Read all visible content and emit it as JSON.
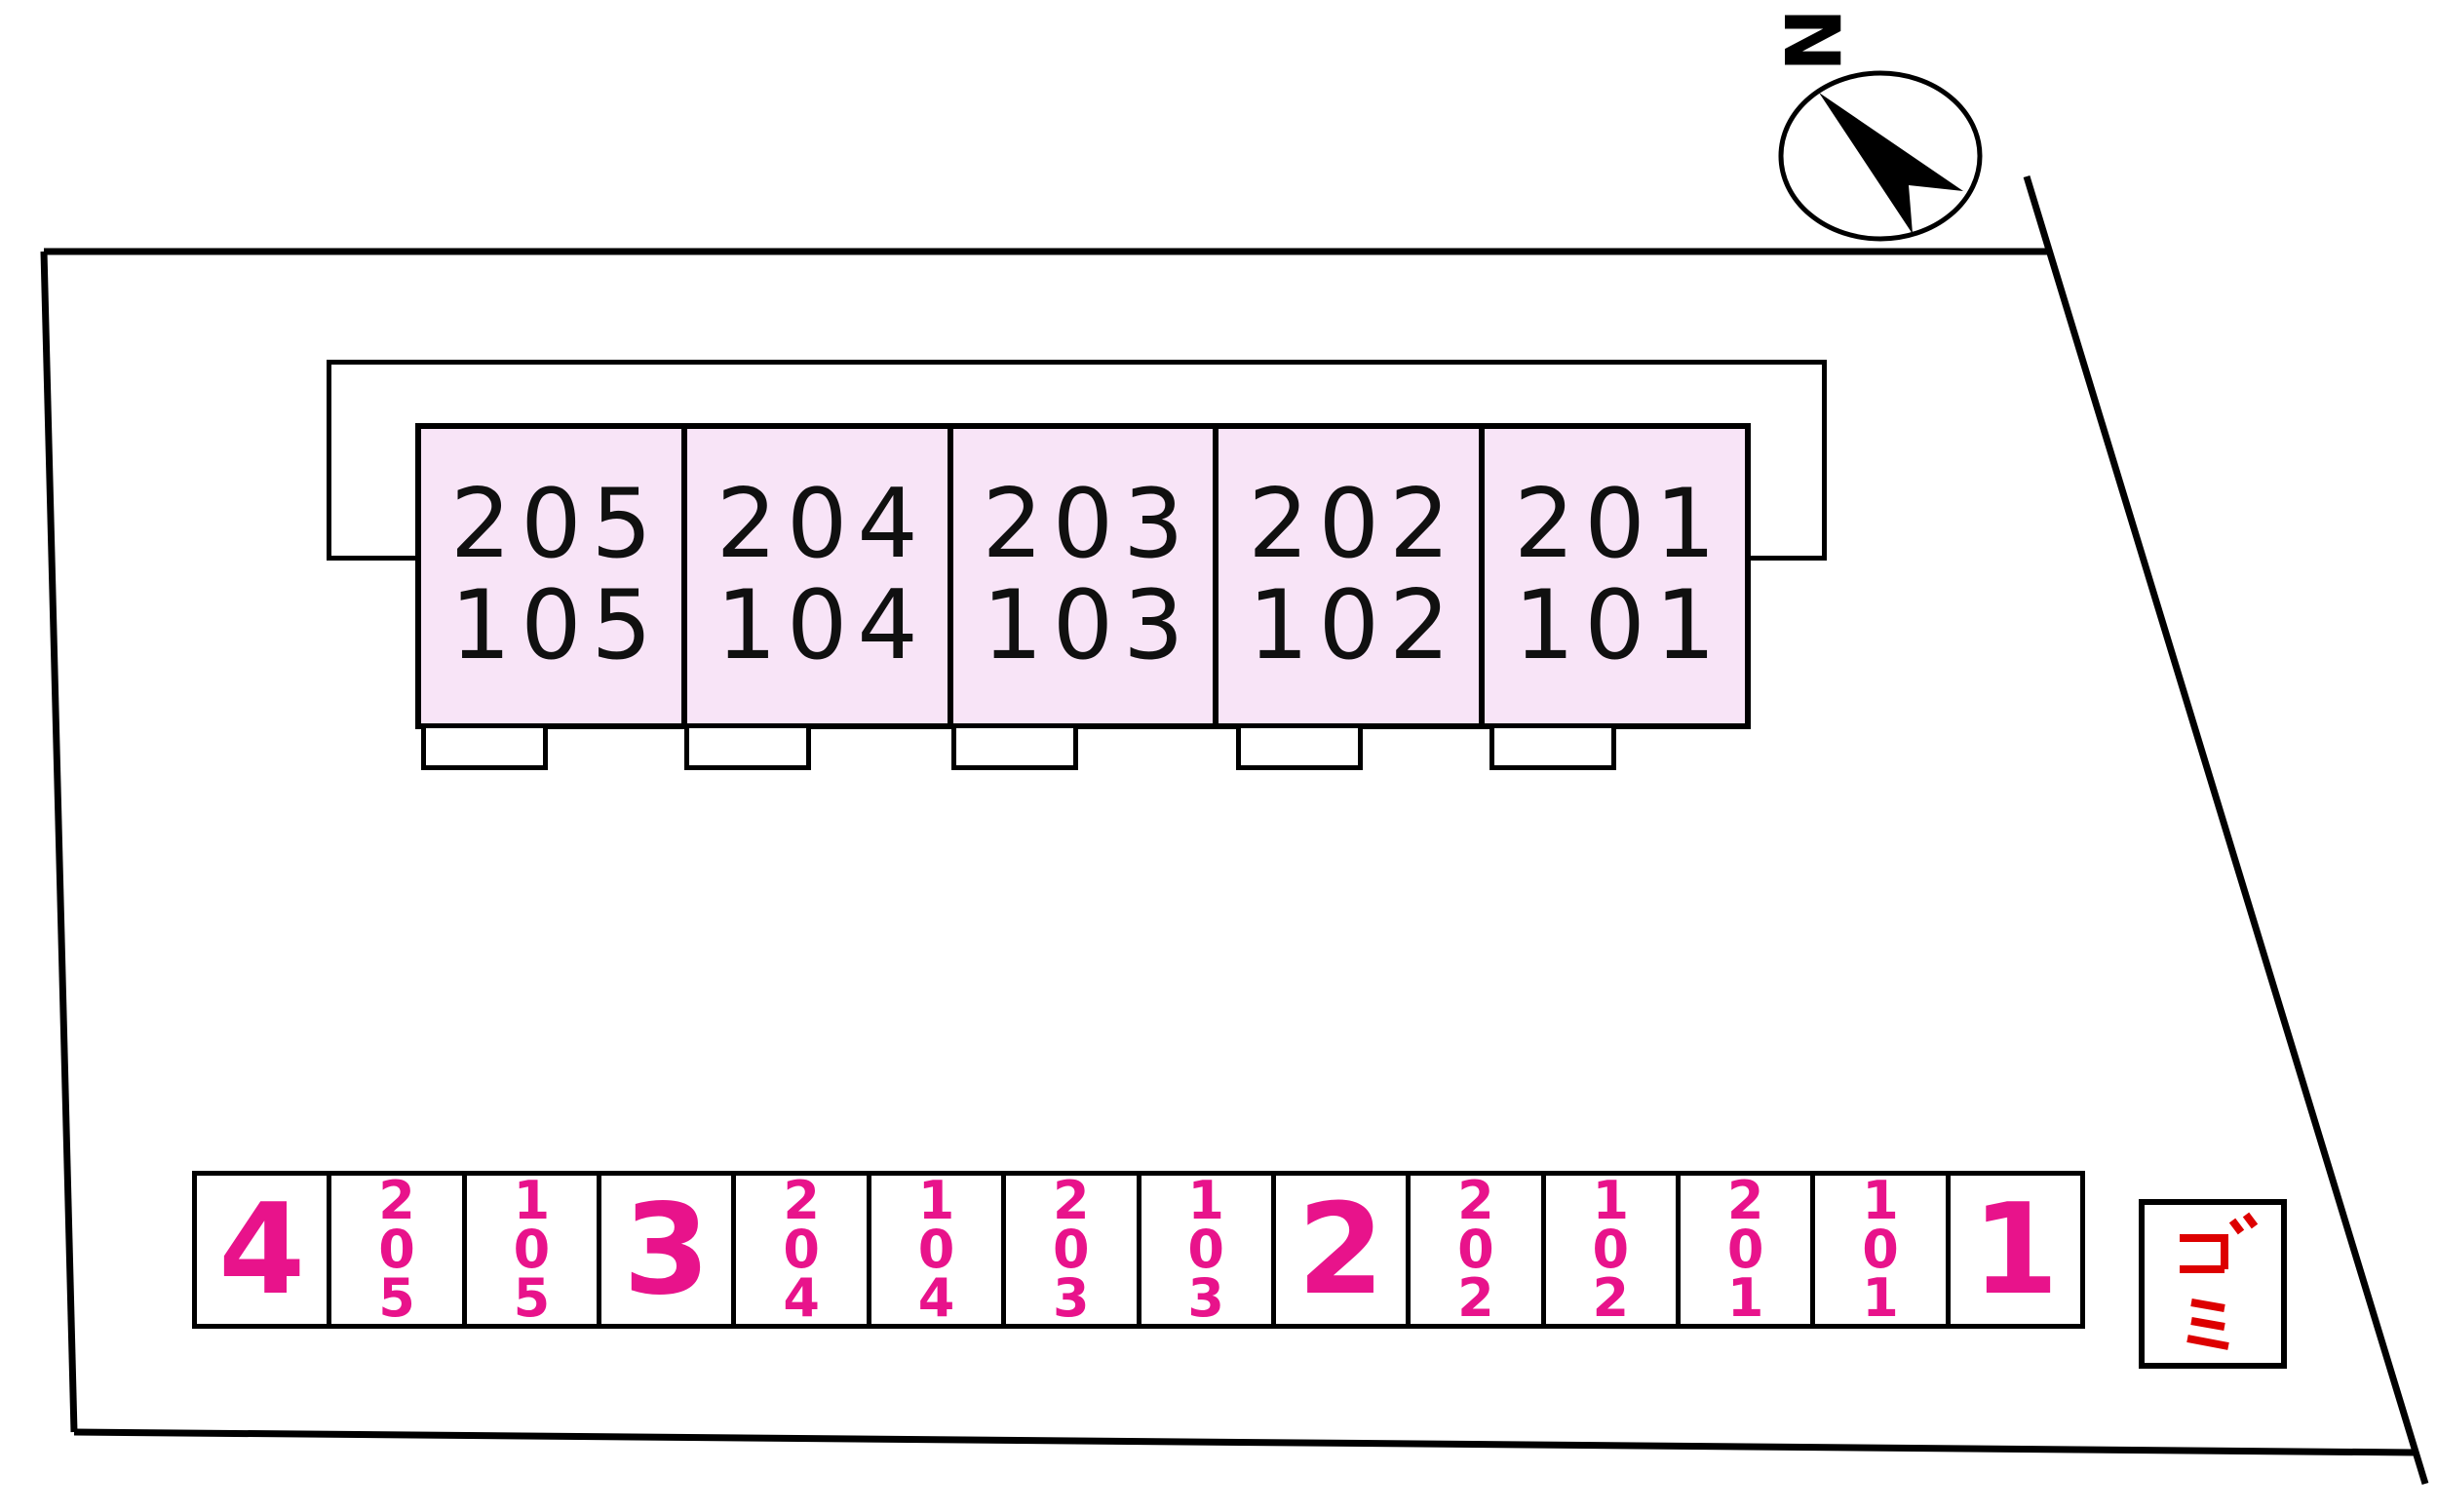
{
  "compass": {
    "north_label": "N"
  },
  "building": {
    "units": [
      {
        "upper": "205",
        "lower": "105"
      },
      {
        "upper": "204",
        "lower": "104"
      },
      {
        "upper": "203",
        "lower": "103"
      },
      {
        "upper": "202",
        "lower": "102"
      },
      {
        "upper": "201",
        "lower": "101"
      }
    ]
  },
  "parking": {
    "spaces": [
      "4",
      "205",
      "105",
      "3",
      "204",
      "104",
      "203",
      "103",
      "2",
      "202",
      "102",
      "201",
      "101",
      "1"
    ]
  },
  "garbage": {
    "label": "ゴミ"
  },
  "colors": {
    "unit_fill": "#f8e4f7",
    "parking_text": "#e8138b",
    "garbage_text": "#dd0000",
    "line": "#000000"
  }
}
